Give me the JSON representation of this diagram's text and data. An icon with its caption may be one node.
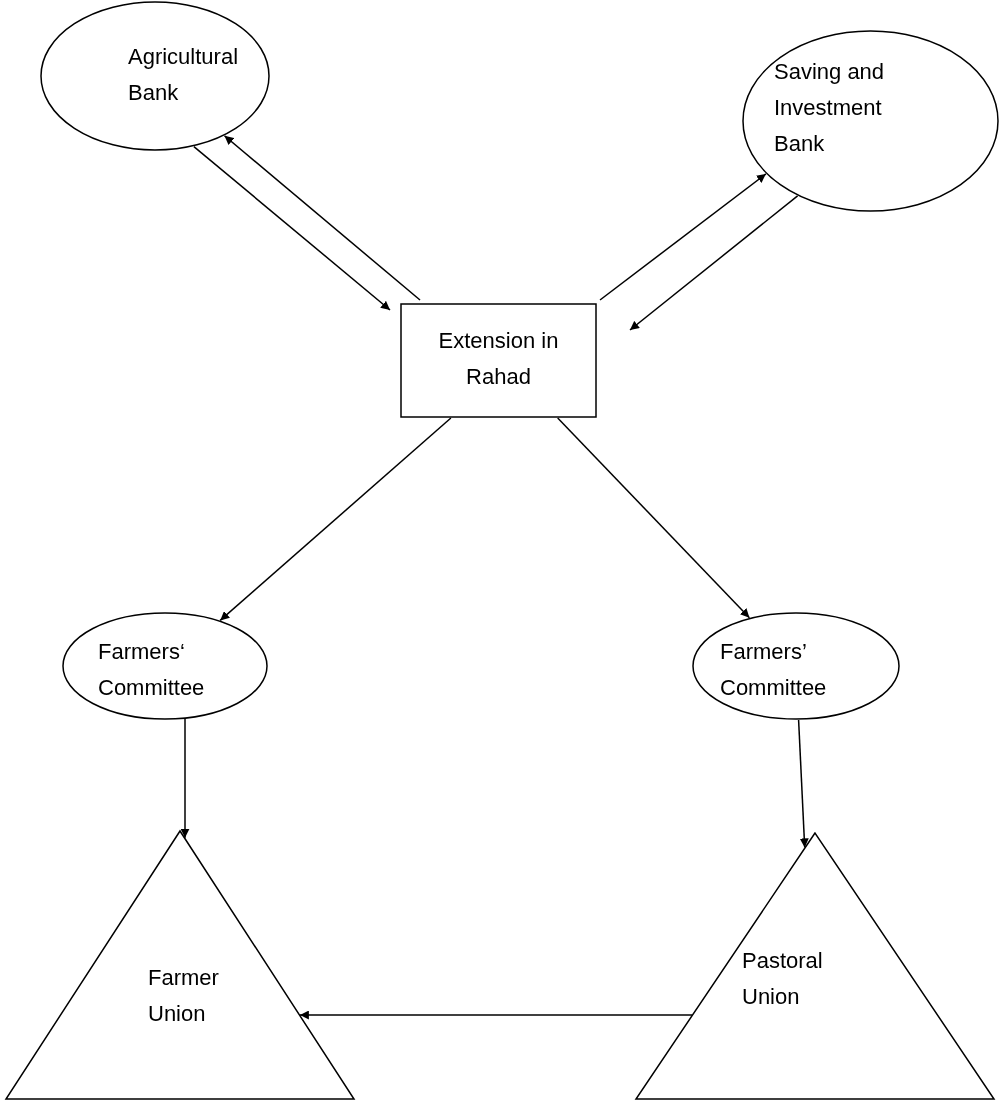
{
  "diagram": {
    "nodes": [
      {
        "text": [
          "Agricultural Bank"
        ]
      },
      {
        "text": [
          "Saving and Investment Bank"
        ]
      },
      {
        "text": [
          "Extension in Rahad"
        ]
      },
      {
        "text": [
          "Farmers‘ Committee"
        ]
      },
      {
        "text": [
          "Farmers’ Committee"
        ]
      },
      {
        "text": [
          "Farmer Union"
        ]
      },
      {
        "text": [
          "Pastoral Union"
        ]
      }
    ],
    "edges": [
      {
        "from": 2,
        "to": 0,
        "arrow": "to"
      },
      {
        "from": 0,
        "to": 2,
        "arrow": "to"
      },
      {
        "from": 2,
        "to": 1,
        "arrow": "to"
      },
      {
        "from": 1,
        "to": 2,
        "arrow": "to"
      },
      {
        "from": 2,
        "to": 3,
        "arrow": "to"
      },
      {
        "from": 2,
        "to": 4,
        "arrow": "to"
      },
      {
        "from": 3,
        "to": 5,
        "arrow": "to"
      },
      {
        "from": 4,
        "to": 6,
        "arrow": "to"
      },
      {
        "from": 6,
        "to": 5,
        "arrow": "to"
      }
    ]
  }
}
